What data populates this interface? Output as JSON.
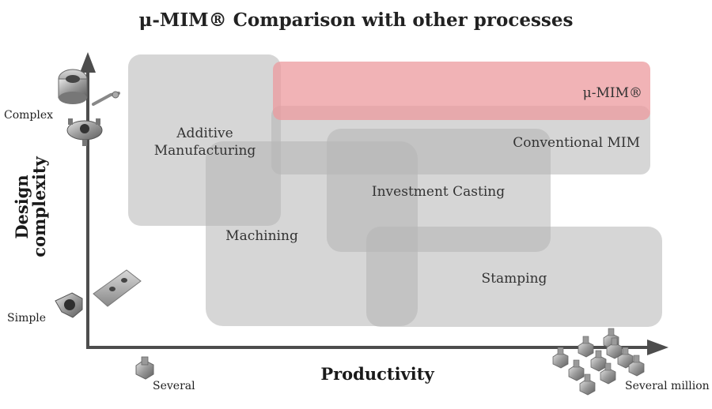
{
  "title": "μ-MIM® Comparison with other processes",
  "axes": {
    "x_label": "Productivity",
    "y_label_line1": "Design",
    "y_label_line2": "complexity",
    "y_ticks": {
      "top": "Complex",
      "bottom": "Simple"
    },
    "x_ticks": {
      "left": "Several",
      "right": "Several million"
    }
  },
  "regions": {
    "umim": "μ-MIM®",
    "conventional_mim": "Conventional MIM",
    "additive_line1": "Additive",
    "additive_line2": "Manufacturing",
    "investment_casting": "Investment Casting",
    "machining": "Machining",
    "stamping": "Stamping"
  },
  "colors": {
    "process_box": "#b4b4b4",
    "umim_box": "#ec9a9e",
    "axis": "#4d4d4d"
  },
  "icons": [
    "complex-part-icon",
    "simple-part-icon",
    "several-parts-icon",
    "many-parts-icon"
  ]
}
